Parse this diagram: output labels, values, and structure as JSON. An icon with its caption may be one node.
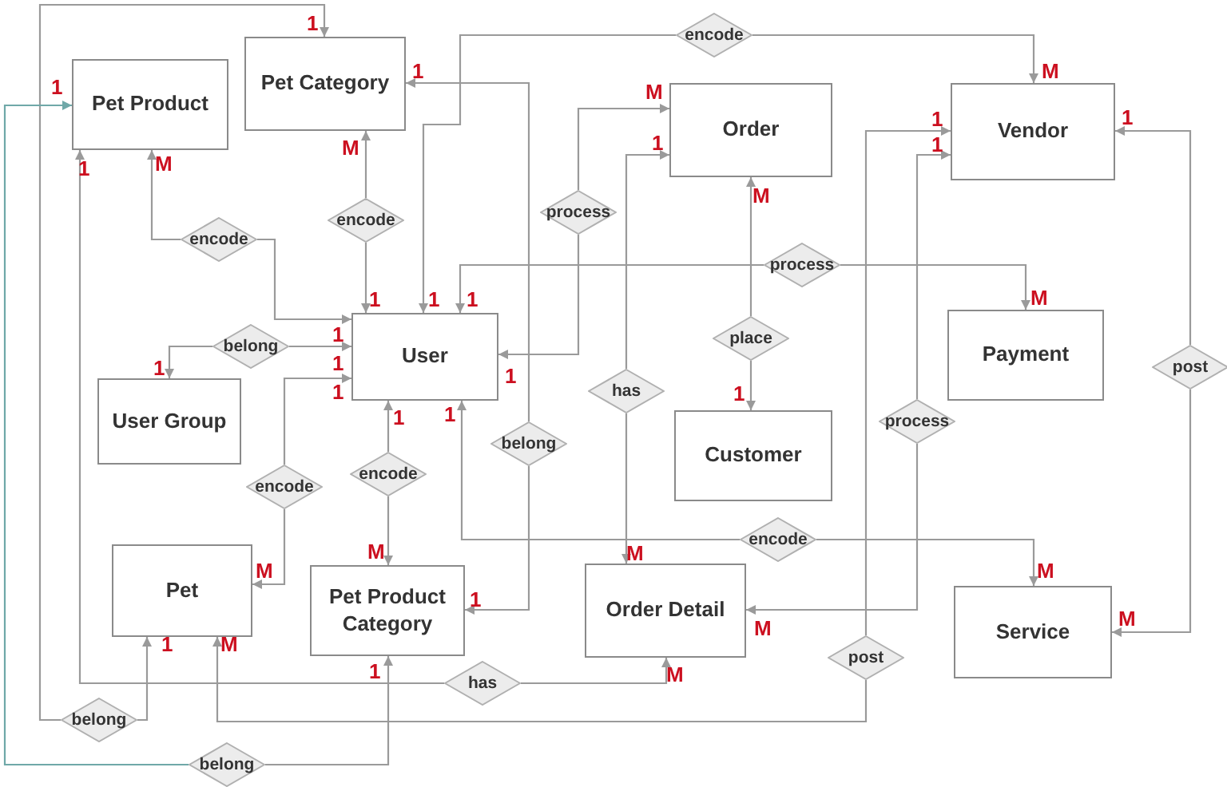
{
  "diagram": {
    "nodes": [
      {
        "text": [
          "Pet Product"
        ]
      },
      {
        "text": [
          "Pet Category"
        ]
      },
      {
        "text": [
          "Order"
        ]
      },
      {
        "text": [
          "Vendor"
        ]
      },
      {
        "text": [
          "User"
        ]
      },
      {
        "text": [
          "Payment"
        ]
      },
      {
        "text": [
          "User Group"
        ]
      },
      {
        "text": [
          "Customer"
        ]
      },
      {
        "text": [
          "Pet"
        ]
      },
      {
        "text": [
          "Pet Product Category"
        ]
      },
      {
        "text": [
          "Order Detail"
        ]
      },
      {
        "text": [
          "Service"
        ]
      },
      {
        "text": [
          "encode"
        ]
      },
      {
        "text": [
          "process"
        ]
      },
      {
        "text": [
          "encode"
        ]
      },
      {
        "text": [
          "encode"
        ]
      },
      {
        "text": [
          "process"
        ]
      },
      {
        "text": [
          "place"
        ]
      },
      {
        "text": [
          "belong"
        ]
      },
      {
        "text": [
          "has"
        ]
      },
      {
        "text": [
          "belong"
        ]
      },
      {
        "text": [
          "process"
        ]
      },
      {
        "text": [
          "post"
        ]
      },
      {
        "text": [
          "encode"
        ]
      },
      {
        "text": [
          "encode"
        ]
      },
      {
        "text": [
          "encode"
        ]
      },
      {
        "text": [
          "has"
        ]
      },
      {
        "text": [
          "post"
        ]
      },
      {
        "text": [
          "belong"
        ]
      },
      {
        "text": [
          "belong"
        ]
      }
    ],
    "edges": [
      {
        "from": 12,
        "to": 4,
        "arrow": "to",
        "label": "1"
      },
      {
        "from": 12,
        "to": 3,
        "arrow": "to",
        "label": "M"
      },
      {
        "from": 13,
        "to": 4,
        "arrow": "to",
        "label": "1"
      },
      {
        "from": 13,
        "to": 2,
        "arrow": "to",
        "label": "M"
      },
      {
        "from": 14,
        "to": 0,
        "arrow": "to",
        "label": "M"
      },
      {
        "from": 14,
        "to": 4,
        "arrow": "to",
        "label": "1"
      },
      {
        "from": 15,
        "to": 4,
        "arrow": "to",
        "label": "1"
      },
      {
        "from": 15,
        "to": 1,
        "arrow": "to",
        "label": "M"
      },
      {
        "from": 16,
        "to": 4,
        "arrow": "to",
        "label": "1"
      },
      {
        "from": 16,
        "to": 5,
        "arrow": "to",
        "label": "M"
      },
      {
        "from": 17,
        "to": 2,
        "arrow": "to",
        "label": "M"
      },
      {
        "from": 17,
        "to": 7,
        "arrow": "to",
        "label": "1"
      },
      {
        "from": 18,
        "to": 4,
        "arrow": "to",
        "label": "1"
      },
      {
        "from": 18,
        "to": 6,
        "arrow": "to",
        "label": "1"
      },
      {
        "from": 19,
        "to": 2,
        "arrow": "to",
        "label": "1"
      },
      {
        "from": 19,
        "to": 10,
        "arrow": "to",
        "label": "M"
      },
      {
        "from": 20,
        "to": 1,
        "arrow": "to",
        "label": "1"
      },
      {
        "from": 20,
        "to": 9,
        "arrow": "to",
        "label": "1"
      },
      {
        "from": 21,
        "to": 3,
        "arrow": "to",
        "label": "1"
      },
      {
        "from": 21,
        "to": 10,
        "arrow": "to",
        "label": "M"
      },
      {
        "from": 22,
        "to": 3,
        "arrow": "to",
        "label": "1"
      },
      {
        "from": 22,
        "to": 11,
        "arrow": "to",
        "label": "M"
      },
      {
        "from": 23,
        "to": 4,
        "arrow": "to",
        "label": "1"
      },
      {
        "from": 23,
        "to": 8,
        "arrow": "to",
        "label": "M"
      },
      {
        "from": 24,
        "to": 4,
        "arrow": "to",
        "label": "1"
      },
      {
        "from": 24,
        "to": 9,
        "arrow": "to",
        "label": "M"
      },
      {
        "from": 25,
        "to": 4,
        "arrow": "to",
        "label": "1"
      },
      {
        "from": 25,
        "to": 11,
        "arrow": "to",
        "label": "M"
      },
      {
        "from": 26,
        "to": 0,
        "arrow": "to",
        "label": "1"
      },
      {
        "from": 26,
        "to": 10,
        "arrow": "to",
        "label": "M"
      },
      {
        "from": 27,
        "to": 3,
        "arrow": "to",
        "label": "1"
      },
      {
        "from": 27,
        "to": 8,
        "arrow": "to",
        "label": "M"
      },
      {
        "from": 28,
        "to": 1,
        "arrow": "to",
        "label": "1"
      },
      {
        "from": 28,
        "to": 8,
        "arrow": "to",
        "label": "1"
      },
      {
        "from": 29,
        "to": 9,
        "arrow": "to",
        "label": "1"
      },
      {
        "from": 29,
        "to": 0,
        "arrow": "to",
        "label": "1",
        "color": "#6fa8a8"
      }
    ]
  }
}
